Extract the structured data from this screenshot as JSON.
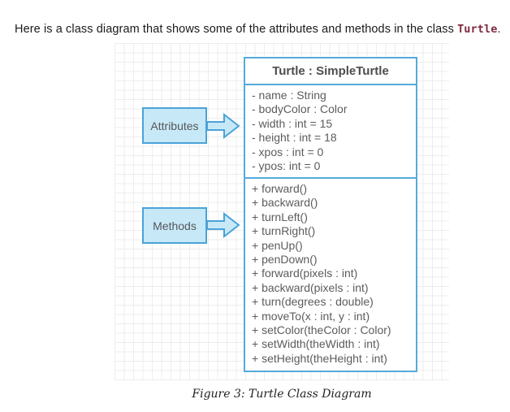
{
  "intro": {
    "text_before": "Here is a class diagram that shows some of the attributes and methods in the class ",
    "code": "Turtle",
    "text_after": "."
  },
  "diagram": {
    "class_title": "Turtle : SimpleTurtle",
    "attributes_label": "Attributes",
    "methods_label": "Methods",
    "attributes": [
      "- name : String",
      "- bodyColor : Color",
      "- width : int = 15",
      "- height : int = 18",
      "- xpos : int = 0",
      "- ypos: int = 0"
    ],
    "methods": [
      "+ forward()",
      "+ backward()",
      "+ turnLeft()",
      "+ turnRight()",
      "+ penUp()",
      "+ penDown()",
      "+ forward(pixels : int)",
      "+ backward(pixels : int)",
      "+ turn(degrees : double)",
      "+ moveTo(x : int, y : int)",
      "+ setColor(theColor : Color)",
      "+ setWidth(theWidth : int)",
      "+ setHeight(theHeight : int)"
    ],
    "colors": {
      "box_border": "#55aadc",
      "label_fill": "#c7e9f7",
      "label_border": "#4aa3d8",
      "diagram_text": "#5b5c5e",
      "code_text": "#7d2a3f"
    }
  },
  "caption": "Figure 3: Turtle Class Diagram"
}
